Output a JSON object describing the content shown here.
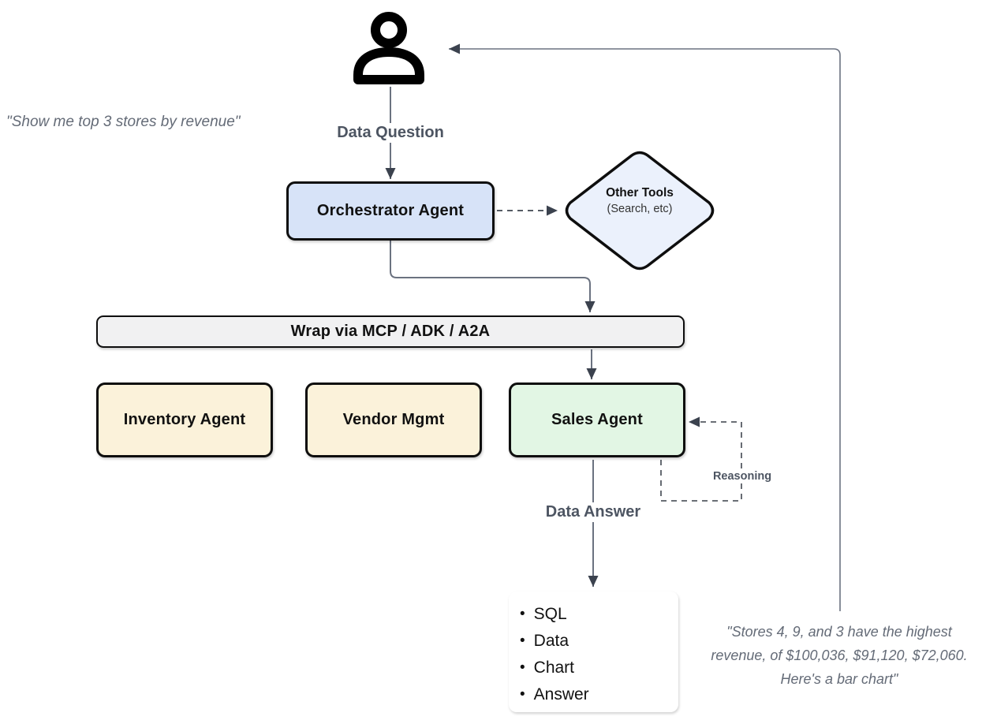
{
  "annotations": {
    "user_quote": "\"Show me top 3 stores by revenue\"",
    "result_quote_line1": "\"Stores 4, 9, and 3 have the highest",
    "result_quote_line2": "revenue, of $100,036, $91,120, $72,060.",
    "result_quote_line3": "Here's a bar chart\""
  },
  "labels": {
    "data_question": "Data Question",
    "data_answer": "Data Answer",
    "reasoning": "Reasoning"
  },
  "nodes": {
    "orchestrator": {
      "label": "Orchestrator Agent",
      "fill": "#d7e3f8"
    },
    "other_tools": {
      "title": "Other Tools",
      "subtitle": "(Search, etc)",
      "fill": "#ebf1fc"
    },
    "wrap_bar": {
      "label": "Wrap via MCP / ADK / A2A",
      "fill": "#f1f1f2"
    },
    "inventory_agent": {
      "label": "Inventory Agent",
      "fill": "#fbf2da"
    },
    "vendor_mgmt": {
      "label": "Vendor Mgmt",
      "fill": "#fbf2da"
    },
    "sales_agent": {
      "label": "Sales Agent",
      "fill": "#e2f6e4"
    },
    "output_box": {
      "items": [
        "SQL",
        "Data",
        "Chart",
        "Answer"
      ],
      "fill": "#ffffff"
    }
  },
  "colors": {
    "line": "#6b7280",
    "arrowhead": "#3b424e",
    "border": "#0e0e0e",
    "edge_label_text": "#4d5562",
    "quote_text": "#646b77"
  }
}
